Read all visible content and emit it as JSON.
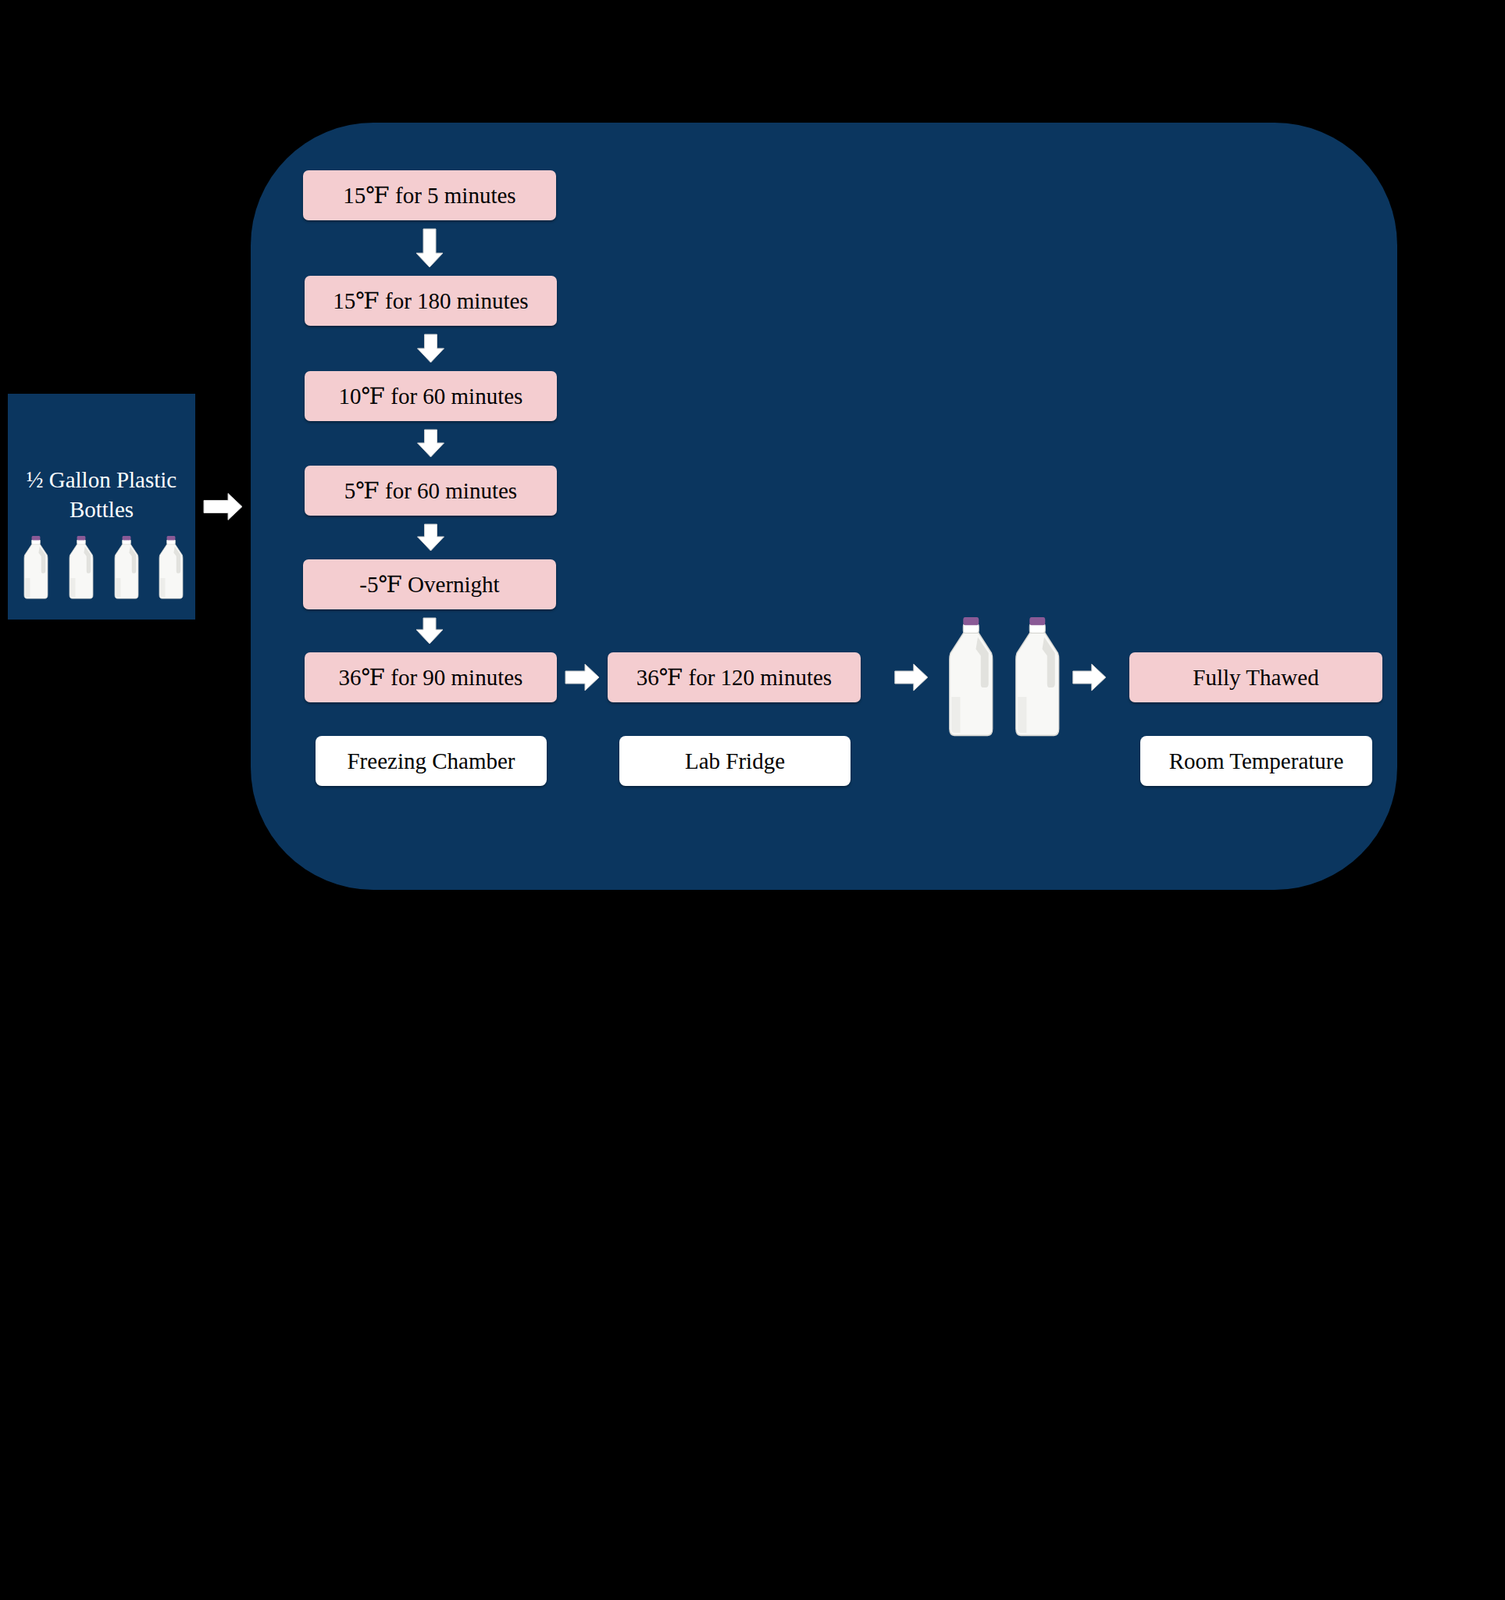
{
  "diagram": {
    "nodes": [
      {
        "text": [
          "½ Gallon Plastic Bottles"
        ]
      },
      {
        "text": []
      },
      {
        "text": [
          "15℉ for 5 minutes"
        ],
        "in": 1
      },
      {
        "text": [
          "15℉ for 180 minutes"
        ],
        "in": 1
      },
      {
        "text": [
          "10℉ for 60 minutes"
        ],
        "in": 1
      },
      {
        "text": [
          "5℉ for 60 minutes"
        ],
        "in": 1
      },
      {
        "text": [
          "-5℉ Overnight"
        ],
        "in": 1
      },
      {
        "text": [
          "36℉ for 90 minutes"
        ],
        "in": 1
      },
      {
        "text": [
          "Freezing Chamber"
        ],
        "in": 1
      },
      {
        "text": [
          "36℉ for 120 minutes"
        ],
        "in": 1
      },
      {
        "text": [
          "Lab Fridge"
        ],
        "in": 1
      },
      {
        "text": [
          "Fully Thawed"
        ],
        "in": 1
      },
      {
        "text": [
          "Room Temperature"
        ],
        "in": 1
      }
    ],
    "edges": [
      {
        "from": 0,
        "to": 1,
        "arrow": "to"
      },
      {
        "from": 2,
        "to": 3,
        "arrow": "to"
      },
      {
        "from": 3,
        "to": 4,
        "arrow": "to"
      },
      {
        "from": 4,
        "to": 5,
        "arrow": "to"
      },
      {
        "from": 5,
        "to": 6,
        "arrow": "to"
      },
      {
        "from": 6,
        "to": 7,
        "arrow": "to"
      },
      {
        "from": 7,
        "to": 9,
        "arrow": "to"
      },
      {
        "from": 9,
        "to": 11,
        "arrow": "to"
      }
    ]
  }
}
